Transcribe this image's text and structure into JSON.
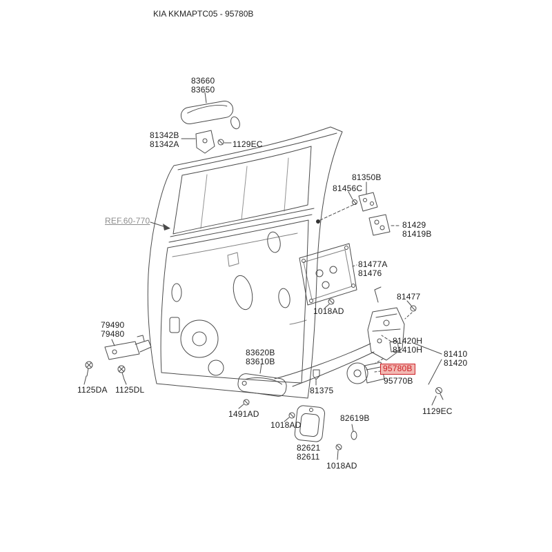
{
  "header": {
    "title": "KIA KKMAPTC05 - 95780B"
  },
  "ref_label": "REF.60-770",
  "colors": {
    "line": "#4a4a4a",
    "label_text": "#1a1a1a",
    "ref_text": "#8d8d8d",
    "highlight_border": "#cc2027",
    "highlight_fill": "#f2b9b3",
    "highlight_text": "#cc2027"
  },
  "parts": {
    "p83660": "83660",
    "p83650": "83650",
    "p81342B": "81342B",
    "p81342A": "81342A",
    "p1129EC_top": "1129EC",
    "p81350B": "81350B",
    "p81456C": "81456C",
    "p81429": "81429",
    "p81419B": "81419B",
    "p81477A": "81477A",
    "p81476": "81476",
    "p81477": "81477",
    "p1018AD_mid": "1018AD",
    "p79490": "79490",
    "p79480": "79480",
    "p81420H": "81420H",
    "p81410H": "81410H",
    "p81410": "81410",
    "p81420": "81420",
    "p95780B": "95780B",
    "p95770B": "95770B",
    "p83620B": "83620B",
    "p83610B": "83610B",
    "p81375": "81375",
    "p1125DA": "1125DA",
    "p1125DL": "1125DL",
    "p1491AD": "1491AD",
    "p1018AD_left": "1018AD",
    "p82619B": "82619B",
    "p1129EC_bottom": "1129EC",
    "p82621": "82621",
    "p82611": "82611",
    "p1018AD_bottom": "1018AD"
  }
}
